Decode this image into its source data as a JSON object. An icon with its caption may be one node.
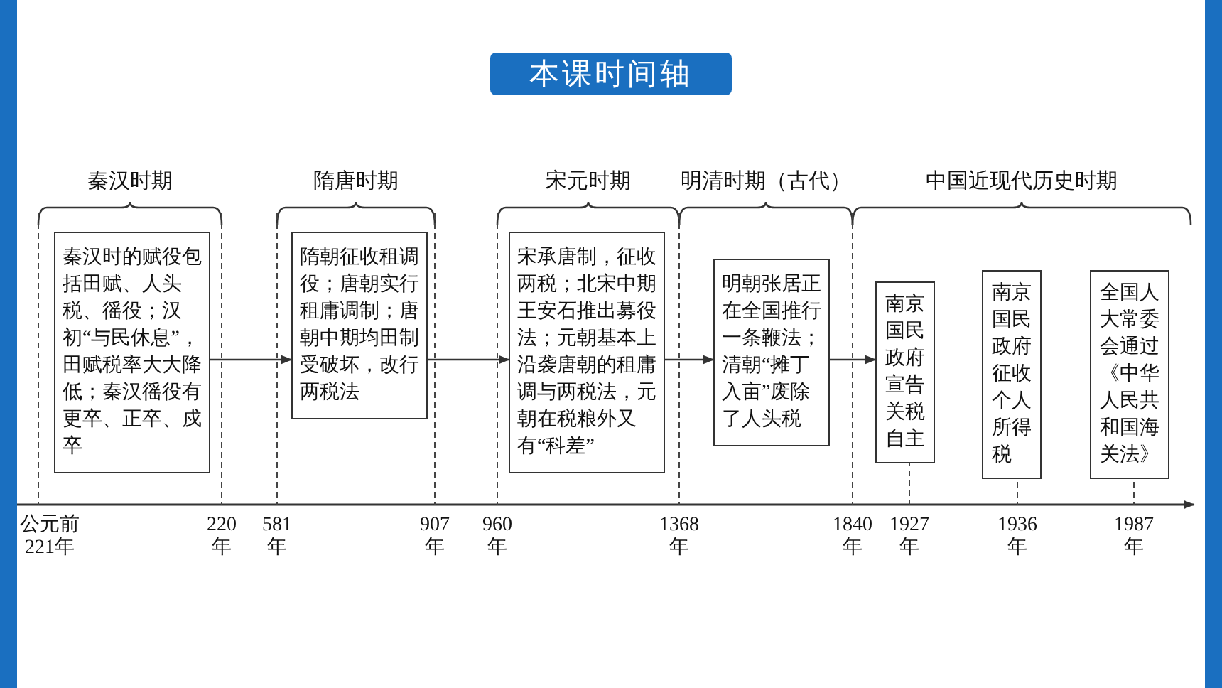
{
  "diagram": {
    "title": "本课时间轴",
    "nodes": [
      {
        "text": [
          "秦汉时的赋役包括田赋、人头税、徭役；汉初“与民休息”，田赋税率大大降低；秦汉徭役有更卒、正卒、戍卒"
        ]
      },
      {
        "text": [
          "隋朝征收租调役；唐朝实行租庸调制；唐朝中期均田制受破坏，改行两税法"
        ]
      },
      {
        "text": [
          "宋承唐制，征收两税；北宋中期王安石推出募役法；元朝基本上沿袭唐朝的租庸调与两税法，元朝在税粮外又有“科差”"
        ]
      },
      {
        "text": [
          "明朝张居正在全国推行一条鞭法；清朝“摊丁入亩”废除了人头税"
        ]
      },
      {
        "text": [
          "南京国民政府宣告关税自主"
        ]
      },
      {
        "text": [
          "南京国民政府征收个人所得税"
        ]
      },
      {
        "text": [
          "全国人大常委会通过《中华人民共和国海关法》"
        ]
      }
    ],
    "edges": [
      {
        "from": 0,
        "to": 1,
        "arrow": "to"
      },
      {
        "from": 1,
        "to": 2,
        "arrow": "to"
      },
      {
        "from": 2,
        "to": 3,
        "arrow": "to"
      },
      {
        "from": 3,
        "to": 4,
        "arrow": "to"
      }
    ],
    "labels": [
      "秦汉时期",
      "隋唐时期",
      "宋元时期",
      "明清时期（古代）",
      "中国近现代历史时期",
      "公元前221年",
      "220年",
      "581年",
      "907年",
      "960年",
      "1368年",
      "1840年",
      "1927年",
      "1936年",
      "1987年"
    ]
  }
}
